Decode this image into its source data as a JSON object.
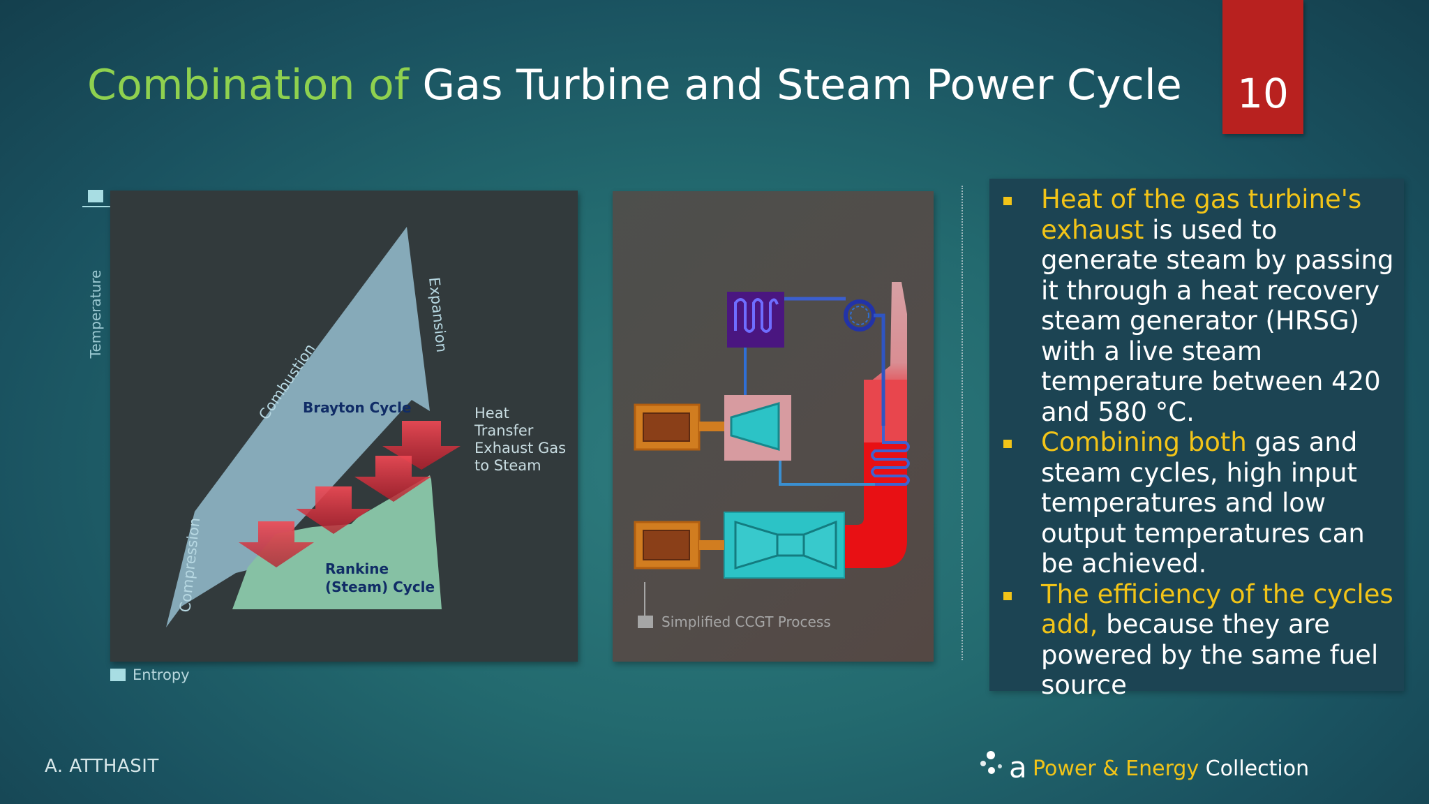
{
  "slide": {
    "title_accent": "Combination of",
    "title_main": "Gas Turbine and Steam Power Cycle",
    "page_number": "10"
  },
  "ts_diagram": {
    "y_axis_label": "Temperature",
    "x_axis_label": "Entropy",
    "labels": {
      "expansion": "Expansion",
      "combustion": "Combustion",
      "compression": "Compression",
      "brayton": "Brayton Cycle",
      "rankine_line1": "Rankine",
      "rankine_line2": "(Steam) Cycle",
      "heat_line1": "Heat",
      "heat_line2": "Transfer",
      "heat_line3": "Exhaust Gas",
      "heat_line4": "to Steam"
    },
    "colors": {
      "brayton": "#8db4c4",
      "rankine": "#86c1a4",
      "arrows": "#e0313f"
    }
  },
  "ccgt_diagram": {
    "caption": "Simplified CCGT Process",
    "colors": {
      "generator": "#c4701e",
      "turbine": "#2cc3c6",
      "exhaust": "#e81014",
      "stack": "#d99aa0",
      "condenser": "#4a1680",
      "water_line": "#2f6fd6"
    }
  },
  "bullets": [
    {
      "highlight": "Heat of the gas turbine's exhaust",
      "text": " is used to generate steam by passing it through a heat recovery steam generator (HRSG) with a live steam temperature between 420 and 580 °C."
    },
    {
      "highlight": "Combining both",
      "text": " gas and steam cycles, high input temperatures and low output temperatures can be achieved."
    },
    {
      "highlight": "The efficiency of the cycles add,",
      "text": " because they are powered by the same fuel source"
    }
  ],
  "footer": {
    "author": "A. ATTHASIT",
    "brand_prefix": "a",
    "brand_amber": "Power & Energy",
    "brand_white": " Collection"
  }
}
